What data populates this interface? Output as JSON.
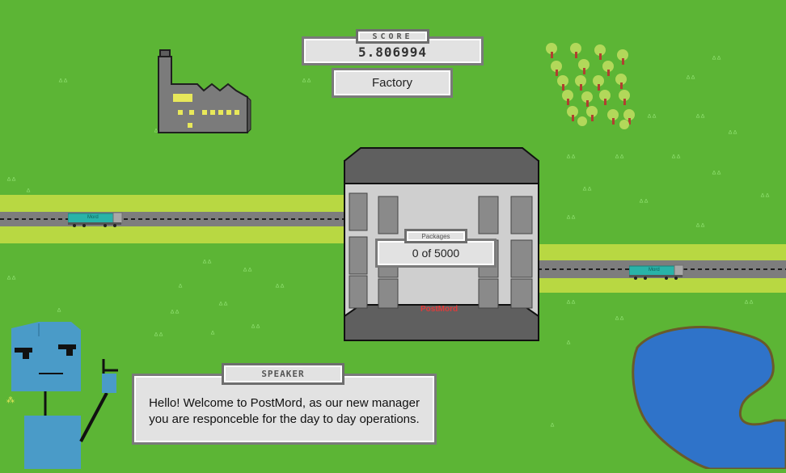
{
  "score": {
    "label": "SCORE",
    "value": "5.806994"
  },
  "building": {
    "label": "Factory"
  },
  "warehouse": {
    "packages_label": "Packages",
    "packages_value": "0 of 5000",
    "logo": "PostMord"
  },
  "trains": [
    {
      "logo": "Mord"
    },
    {
      "logo": "Mord"
    }
  ],
  "dialog": {
    "speaker_label": "SPEAKER",
    "message": "Hello! Welcome to PostMord, as our new manager you are responceble for the day to day operations."
  },
  "colors": {
    "grass": "#5cb535",
    "road": "#b8d842",
    "lake": "#2f73c9",
    "robot": "#4a9bc8",
    "train": "#29b3a8",
    "logo_red": "#e03a3a"
  },
  "icons": [
    "factory-icon",
    "tree-cluster-icon",
    "lake-icon",
    "robot-speaker-icon",
    "train-icon"
  ]
}
